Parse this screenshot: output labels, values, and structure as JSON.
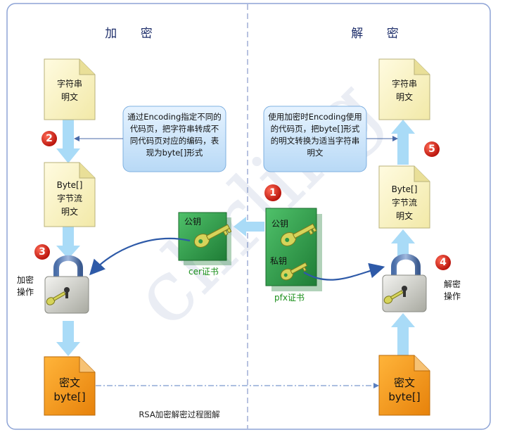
{
  "titles": {
    "encrypt": "加 密",
    "decrypt": "解 密"
  },
  "encrypt_side": {
    "plaintext_doc": [
      "字符串",
      "明文"
    ],
    "bytes_doc": [
      "Byte[]",
      "字节流",
      "明文"
    ],
    "operation_label": [
      "加密",
      "操作"
    ],
    "cipher_doc": [
      "密文",
      "byte[]"
    ],
    "step_numbers": {
      "encoding": "2",
      "encrypt": "3"
    },
    "note": "通过Encoding指定不同的代码页，把字符串转成不同代码页对应的编码，表现为byte[]形式"
  },
  "decrypt_side": {
    "plaintext_doc": [
      "字符串",
      "明文"
    ],
    "bytes_doc": [
      "Byte[]",
      "字节流",
      "明文"
    ],
    "operation_label": [
      "解密",
      "操作"
    ],
    "cipher_doc": [
      "密文",
      "byte[]"
    ],
    "step_numbers": {
      "decrypt": "4",
      "decode": "5"
    },
    "note": "使用加密时Encoding使用的代码页，把byte[]形式的明文转换为适当字符串明文"
  },
  "certs": {
    "cer": {
      "key_label": "公钥",
      "caption": "cer证书"
    },
    "pfx": {
      "public_key_label": "公钥",
      "private_key_label": "私钥",
      "caption": "pfx证书",
      "step_number": "1"
    }
  },
  "caption": "RSA加密解密过程图解",
  "colors": {
    "frame": "#8ea4d6",
    "divider": "#6f86c0",
    "doc_fill": "#fbf6c7",
    "doc_border": "#b9b27a",
    "cipher_fill": "#f59a1a",
    "bubble_fill": "#cfe6fb",
    "bubble_border": "#7fb0e0",
    "flow_arrow": "#a9dbf7",
    "step_circle": "#d8201a",
    "cert_fill": "#2e9a46",
    "key_color": "#c7c64a"
  },
  "icons": [
    "document-icon",
    "padlock-icon",
    "key-icon",
    "certificate-icon"
  ]
}
